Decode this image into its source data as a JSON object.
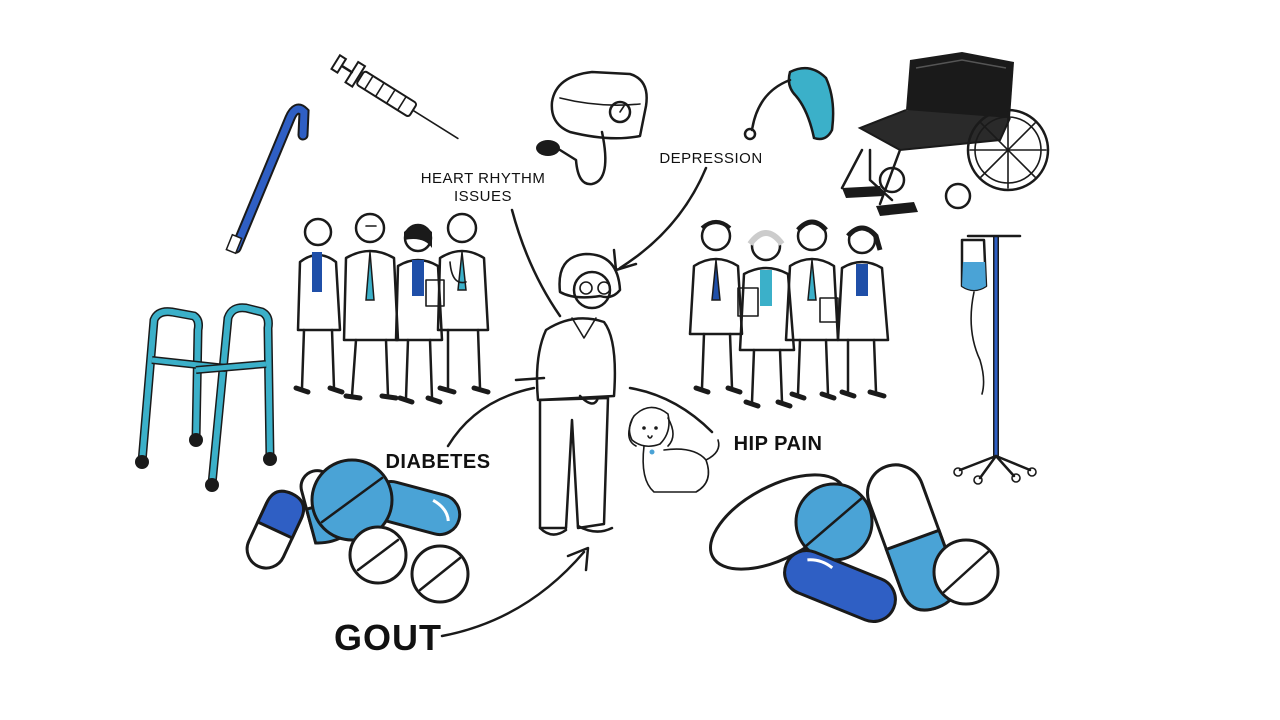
{
  "labels": {
    "heart_rhythm_line1": "HEART RHYTHM",
    "heart_rhythm_line2": "ISSUES",
    "depression": "DEPRESSION",
    "diabetes": "DIABETES",
    "hip_pain": "HIP PAIN",
    "gout": "GOUT"
  },
  "colors": {
    "ink": "#1a1a1a",
    "navy": "#1f4fa8",
    "light_blue": "#4aa3d6",
    "teal": "#3bb0c9",
    "white": "#ffffff"
  },
  "icons": [
    "cane-icon",
    "syringe-icon",
    "blood-pressure-cuff-icon",
    "hearing-aid-icon",
    "wheelchair-icon",
    "walker-icon",
    "iv-drip-icon",
    "pills-icon",
    "doctors-group-icon",
    "elderly-woman-icon",
    "dog-icon"
  ]
}
